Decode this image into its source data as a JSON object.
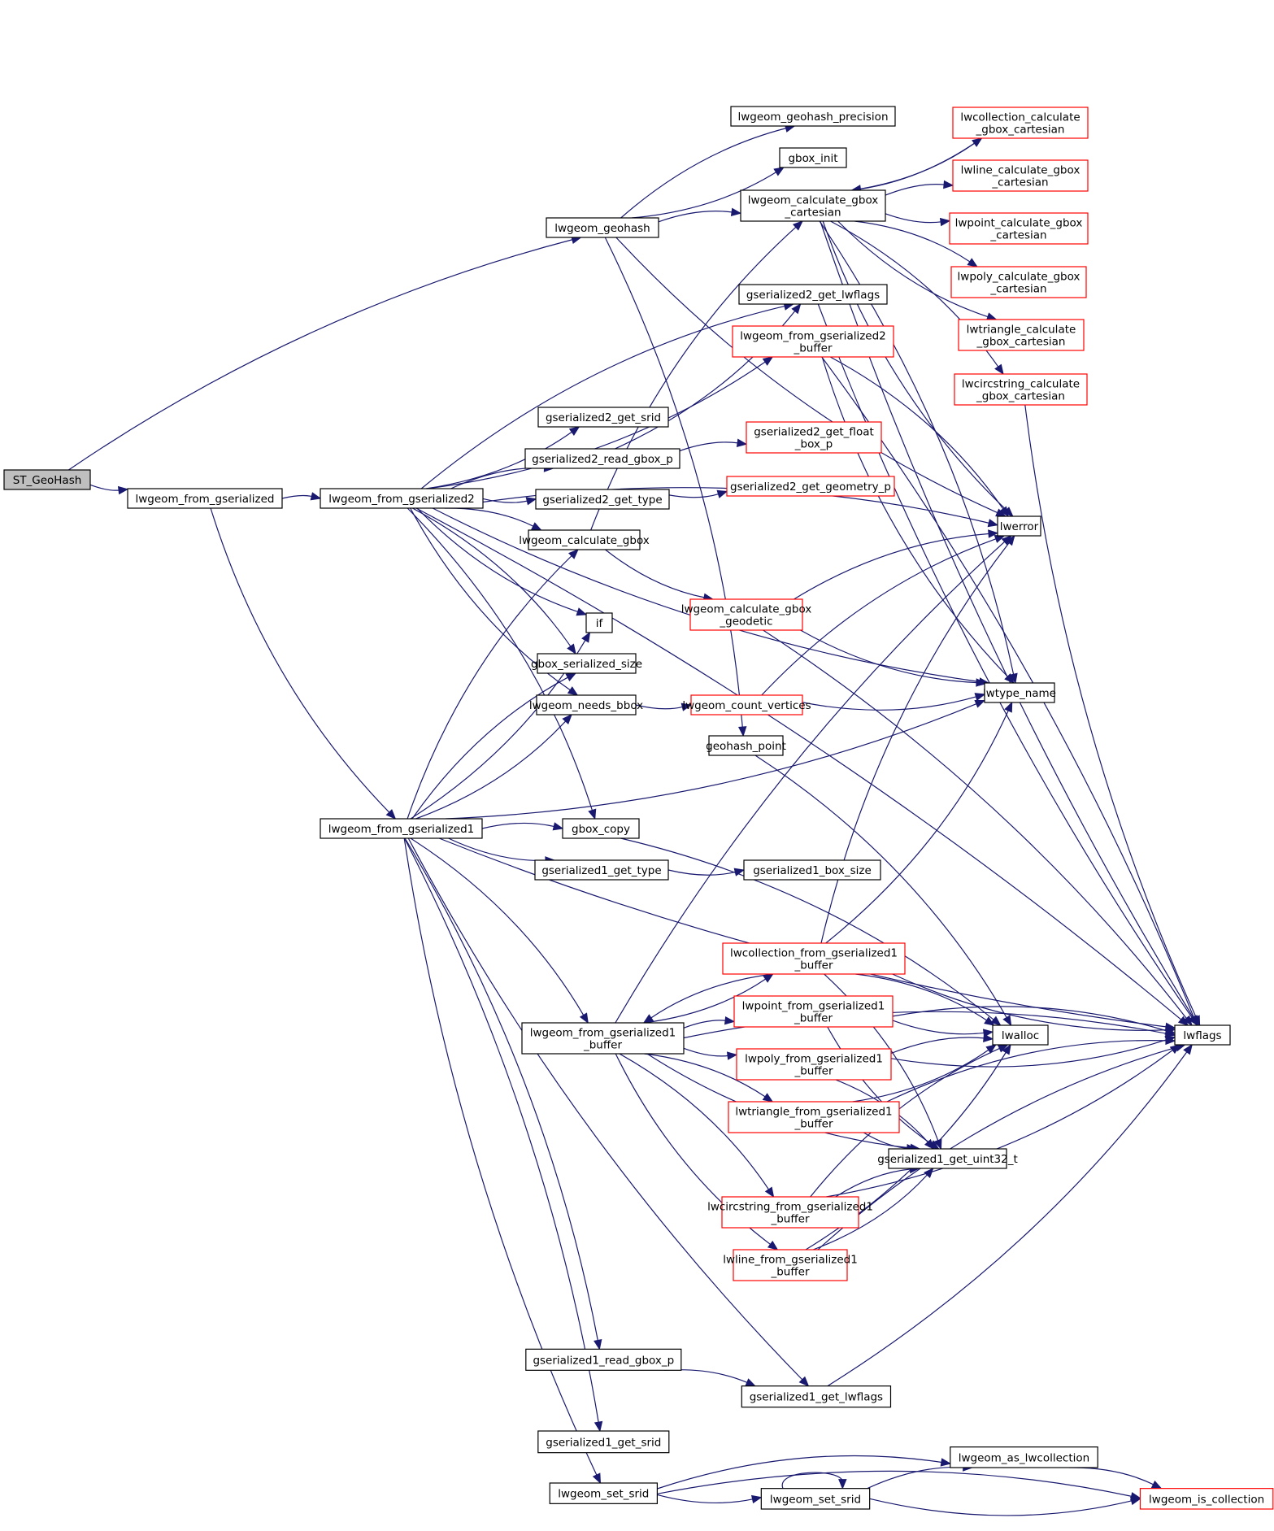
{
  "title": "ST_GeoHash call graph",
  "colors": {
    "edge": "#191970",
    "node_border": "#000000",
    "truncated_border": "#ff0000",
    "root_fill": "#bfbfbf"
  },
  "nodes": [
    {
      "id": "ST_GeoHash",
      "lines": [
        "ST_GeoHash"
      ],
      "kind": "root"
    },
    {
      "id": "lwgeom_from_gserialized",
      "lines": [
        "lwgeom_from_gserialized"
      ],
      "kind": "normal"
    },
    {
      "id": "lwgeom_from_gserialized2",
      "lines": [
        "lwgeom_from_gserialized2"
      ],
      "kind": "normal"
    },
    {
      "id": "lwgeom_geohash",
      "lines": [
        "lwgeom_geohash"
      ],
      "kind": "normal"
    },
    {
      "id": "lwgeom_geohash_precision",
      "lines": [
        "lwgeom_geohash_precision"
      ],
      "kind": "normal"
    },
    {
      "id": "gbox_init",
      "lines": [
        "gbox_init"
      ],
      "kind": "normal"
    },
    {
      "id": "lwgeom_calculate_gbox_cartesian",
      "lines": [
        "lwgeom_calculate_gbox",
        "_cartesian"
      ],
      "kind": "normal"
    },
    {
      "id": "lwcollection_calculate_gbox_cartesian",
      "lines": [
        "lwcollection_calculate",
        "_gbox_cartesian"
      ],
      "kind": "red"
    },
    {
      "id": "lwline_calculate_gbox_cartesian",
      "lines": [
        "lwline_calculate_gbox",
        "_cartesian"
      ],
      "kind": "red"
    },
    {
      "id": "lwpoint_calculate_gbox_cartesian",
      "lines": [
        "lwpoint_calculate_gbox",
        "_cartesian"
      ],
      "kind": "red"
    },
    {
      "id": "lwpoly_calculate_gbox_cartesian",
      "lines": [
        "lwpoly_calculate_gbox",
        "_cartesian"
      ],
      "kind": "red"
    },
    {
      "id": "lwtriangle_calculate_gbox_cartesian",
      "lines": [
        "lwtriangle_calculate",
        "_gbox_cartesian"
      ],
      "kind": "red"
    },
    {
      "id": "lwcircstring_calculate_gbox_cartesian",
      "lines": [
        "lwcircstring_calculate",
        "_gbox_cartesian"
      ],
      "kind": "red"
    },
    {
      "id": "gserialized2_get_lwflags",
      "lines": [
        "gserialized2_get_lwflags"
      ],
      "kind": "normal"
    },
    {
      "id": "lwgeom_from_gserialized2_buffer",
      "lines": [
        "lwgeom_from_gserialized2",
        "_buffer"
      ],
      "kind": "red"
    },
    {
      "id": "gserialized2_get_srid",
      "lines": [
        "gserialized2_get_srid"
      ],
      "kind": "normal"
    },
    {
      "id": "gserialized2_read_gbox_p",
      "lines": [
        "gserialized2_read_gbox_p"
      ],
      "kind": "normal"
    },
    {
      "id": "gserialized2_get_float_box_p",
      "lines": [
        "gserialized2_get_float",
        "_box_p"
      ],
      "kind": "red"
    },
    {
      "id": "gserialized2_get_type",
      "lines": [
        "gserialized2_get_type"
      ],
      "kind": "normal"
    },
    {
      "id": "gserialized2_get_geometry_p",
      "lines": [
        "gserialized2_get_geometry_p"
      ],
      "kind": "red"
    },
    {
      "id": "lwgeom_calculate_gbox",
      "lines": [
        "lwgeom_calculate_gbox"
      ],
      "kind": "normal"
    },
    {
      "id": "lwerror",
      "lines": [
        "lwerror"
      ],
      "kind": "normal"
    },
    {
      "id": "lwgeom_calculate_gbox_geodetic",
      "lines": [
        "lwgeom_calculate_gbox",
        "_geodetic"
      ],
      "kind": "red"
    },
    {
      "id": "if",
      "lines": [
        "if"
      ],
      "kind": "normal"
    },
    {
      "id": "gbox_serialized_size",
      "lines": [
        "gbox_serialized_size"
      ],
      "kind": "normal"
    },
    {
      "id": "lwgeom_needs_bbox",
      "lines": [
        "lwgeom_needs_bbox"
      ],
      "kind": "normal"
    },
    {
      "id": "lwgeom_count_vertices",
      "lines": [
        "lwgeom_count_vertices"
      ],
      "kind": "red"
    },
    {
      "id": "lwtype_name",
      "lines": [
        "lwtype_name"
      ],
      "kind": "normal"
    },
    {
      "id": "geohash_point",
      "lines": [
        "geohash_point"
      ],
      "kind": "normal"
    },
    {
      "id": "lwgeom_from_gserialized1",
      "lines": [
        "lwgeom_from_gserialized1"
      ],
      "kind": "normal"
    },
    {
      "id": "gbox_copy",
      "lines": [
        "gbox_copy"
      ],
      "kind": "normal"
    },
    {
      "id": "gserialized1_get_type",
      "lines": [
        "gserialized1_get_type"
      ],
      "kind": "normal"
    },
    {
      "id": "gserialized1_box_size",
      "lines": [
        "gserialized1_box_size"
      ],
      "kind": "normal"
    },
    {
      "id": "lwcollection_from_gserialized1_buffer",
      "lines": [
        "lwcollection_from_gserialized1",
        "_buffer"
      ],
      "kind": "red"
    },
    {
      "id": "lwgeom_from_gserialized1_buffer",
      "lines": [
        "lwgeom_from_gserialized1",
        "_buffer"
      ],
      "kind": "normal"
    },
    {
      "id": "lwpoint_from_gserialized1_buffer",
      "lines": [
        "lwpoint_from_gserialized1",
        "_buffer"
      ],
      "kind": "red"
    },
    {
      "id": "lwpoly_from_gserialized1_buffer",
      "lines": [
        "lwpoly_from_gserialized1",
        "_buffer"
      ],
      "kind": "red"
    },
    {
      "id": "lwtriangle_from_gserialized1_buffer",
      "lines": [
        "lwtriangle_from_gserialized1",
        "_buffer"
      ],
      "kind": "red"
    },
    {
      "id": "lwalloc",
      "lines": [
        "lwalloc"
      ],
      "kind": "normal"
    },
    {
      "id": "lwflags",
      "lines": [
        "lwflags"
      ],
      "kind": "normal"
    },
    {
      "id": "gserialized1_get_uint32_t",
      "lines": [
        "gserialized1_get_uint32_t"
      ],
      "kind": "normal"
    },
    {
      "id": "lwcircstring_from_gserialized1_buffer",
      "lines": [
        "lwcircstring_from_gserialized1",
        "_buffer"
      ],
      "kind": "red"
    },
    {
      "id": "lwline_from_gserialized1_buffer",
      "lines": [
        "lwline_from_gserialized1",
        "_buffer"
      ],
      "kind": "red"
    },
    {
      "id": "gserialized1_read_gbox_p",
      "lines": [
        "gserialized1_read_gbox_p"
      ],
      "kind": "normal"
    },
    {
      "id": "gserialized1_get_lwflags",
      "lines": [
        "gserialized1_get_lwflags"
      ],
      "kind": "normal"
    },
    {
      "id": "gserialized1_get_srid",
      "lines": [
        "gserialized1_get_srid"
      ],
      "kind": "normal"
    },
    {
      "id": "lwgeom_set_srid_1",
      "lines": [
        "lwgeom_set_srid"
      ],
      "kind": "normal"
    },
    {
      "id": "lwgeom_set_srid_2",
      "lines": [
        "lwgeom_set_srid"
      ],
      "kind": "normal"
    },
    {
      "id": "lwgeom_as_lwcollection",
      "lines": [
        "lwgeom_as_lwcollection"
      ],
      "kind": "normal"
    },
    {
      "id": "lwgeom_is_collection",
      "lines": [
        "lwgeom_is_collection"
      ],
      "kind": "red"
    }
  ],
  "edges": [
    [
      "ST_GeoHash",
      "lwgeom_geohash"
    ],
    [
      "ST_GeoHash",
      "lwgeom_from_gserialized"
    ],
    [
      "lwgeom_from_gserialized",
      "lwgeom_from_gserialized2"
    ],
    [
      "lwgeom_from_gserialized",
      "lwgeom_from_gserialized1"
    ],
    [
      "lwgeom_geohash",
      "lwgeom_geohash_precision"
    ],
    [
      "lwgeom_geohash",
      "gbox_init"
    ],
    [
      "lwgeom_geohash",
      "lwgeom_calculate_gbox_cartesian"
    ],
    [
      "lwgeom_geohash",
      "lwerror"
    ],
    [
      "lwgeom_geohash",
      "geohash_point"
    ],
    [
      "lwgeom_calculate_gbox_cartesian",
      "lwcollection_calculate_gbox_cartesian"
    ],
    [
      "lwgeom_calculate_gbox_cartesian",
      "lwline_calculate_gbox_cartesian"
    ],
    [
      "lwgeom_calculate_gbox_cartesian",
      "lwpoint_calculate_gbox_cartesian"
    ],
    [
      "lwgeom_calculate_gbox_cartesian",
      "lwpoly_calculate_gbox_cartesian"
    ],
    [
      "lwgeom_calculate_gbox_cartesian",
      "lwtriangle_calculate_gbox_cartesian"
    ],
    [
      "lwgeom_calculate_gbox_cartesian",
      "lwcircstring_calculate_gbox_cartesian"
    ],
    [
      "lwgeom_calculate_gbox_cartesian",
      "lwerror"
    ],
    [
      "lwgeom_calculate_gbox_cartesian",
      "lwtype_name"
    ],
    [
      "lwgeom_calculate_gbox_cartesian",
      "lwflags"
    ],
    [
      "lwcollection_calculate_gbox_cartesian",
      "lwgeom_calculate_gbox_cartesian"
    ],
    [
      "lwcircstring_calculate_gbox_cartesian",
      "lwflags"
    ],
    [
      "lwgeom_from_gserialized2",
      "gserialized2_get_lwflags"
    ],
    [
      "lwgeom_from_gserialized2",
      "lwgeom_from_gserialized2_buffer"
    ],
    [
      "lwgeom_from_gserialized2",
      "lwerror"
    ],
    [
      "lwgeom_from_gserialized2",
      "gserialized2_get_srid"
    ],
    [
      "lwgeom_from_gserialized2",
      "gserialized2_read_gbox_p"
    ],
    [
      "lwgeom_from_gserialized2",
      "gserialized2_get_type"
    ],
    [
      "lwgeom_from_gserialized2",
      "lwgeom_calculate_gbox"
    ],
    [
      "lwgeom_from_gserialized2",
      "if"
    ],
    [
      "lwgeom_from_gserialized2",
      "gbox_serialized_size"
    ],
    [
      "lwgeom_from_gserialized2",
      "lwgeom_needs_bbox"
    ],
    [
      "lwgeom_from_gserialized2",
      "gbox_copy"
    ],
    [
      "lwgeom_from_gserialized2",
      "lwtype_name"
    ],
    [
      "lwgeom_from_gserialized2",
      "lwflags"
    ],
    [
      "gserialized2_get_lwflags",
      "lwflags"
    ],
    [
      "lwgeom_from_gserialized2_buffer",
      "lwerror"
    ],
    [
      "lwgeom_from_gserialized2_buffer",
      "lwtype_name"
    ],
    [
      "lwgeom_from_gserialized2_buffer",
      "lwflags"
    ],
    [
      "gserialized2_read_gbox_p",
      "gserialized2_get_lwflags"
    ],
    [
      "gserialized2_read_gbox_p",
      "gserialized2_get_float_box_p"
    ],
    [
      "gserialized2_get_type",
      "gserialized2_get_geometry_p"
    ],
    [
      "lwgeom_calculate_gbox",
      "lwgeom_calculate_gbox_cartesian"
    ],
    [
      "lwgeom_calculate_gbox",
      "lwgeom_calculate_gbox_geodetic"
    ],
    [
      "lwgeom_calculate_gbox_geodetic",
      "lwerror"
    ],
    [
      "lwgeom_calculate_gbox_geodetic",
      "lwtype_name"
    ],
    [
      "lwgeom_calculate_gbox_geodetic",
      "lwflags"
    ],
    [
      "lwgeom_needs_bbox",
      "lwgeom_count_vertices"
    ],
    [
      "lwgeom_count_vertices",
      "lwerror"
    ],
    [
      "lwgeom_count_vertices",
      "lwtype_name"
    ],
    [
      "geohash_point",
      "lwalloc"
    ],
    [
      "lwgeom_from_gserialized1",
      "if"
    ],
    [
      "lwgeom_from_gserialized1",
      "gbox_serialized_size"
    ],
    [
      "lwgeom_from_gserialized1",
      "lwgeom_needs_bbox"
    ],
    [
      "lwgeom_from_gserialized1",
      "lwgeom_calculate_gbox"
    ],
    [
      "lwgeom_from_gserialized1",
      "lwtype_name"
    ],
    [
      "lwgeom_from_gserialized1",
      "gbox_copy"
    ],
    [
      "lwgeom_from_gserialized1",
      "gserialized1_get_type"
    ],
    [
      "lwgeom_from_gserialized1",
      "lwgeom_from_gserialized1_buffer"
    ],
    [
      "lwgeom_from_gserialized1",
      "lwflags"
    ],
    [
      "lwgeom_from_gserialized1",
      "gserialized1_read_gbox_p"
    ],
    [
      "lwgeom_from_gserialized1",
      "gserialized1_get_lwflags"
    ],
    [
      "lwgeom_from_gserialized1",
      "gserialized1_get_srid"
    ],
    [
      "lwgeom_from_gserialized1",
      "lwgeom_set_srid_1"
    ],
    [
      "gbox_copy",
      "lwalloc"
    ],
    [
      "gserialized1_get_type",
      "gserialized1_box_size"
    ],
    [
      "lwgeom_from_gserialized1_buffer",
      "lwerror"
    ],
    [
      "lwgeom_from_gserialized1_buffer",
      "lwcollection_from_gserialized1_buffer"
    ],
    [
      "lwgeom_from_gserialized1_buffer",
      "lwpoint_from_gserialized1_buffer"
    ],
    [
      "lwgeom_from_gserialized1_buffer",
      "lwpoly_from_gserialized1_buffer"
    ],
    [
      "lwgeom_from_gserialized1_buffer",
      "lwtriangle_from_gserialized1_buffer"
    ],
    [
      "lwgeom_from_gserialized1_buffer",
      "gserialized1_get_uint32_t"
    ],
    [
      "lwgeom_from_gserialized1_buffer",
      "lwcircstring_from_gserialized1_buffer"
    ],
    [
      "lwgeom_from_gserialized1_buffer",
      "lwline_from_gserialized1_buffer"
    ],
    [
      "lwgeom_from_gserialized1_buffer",
      "lwflags"
    ],
    [
      "lwcollection_from_gserialized1_buffer",
      "lwgeom_from_gserialized1_buffer"
    ],
    [
      "lwcollection_from_gserialized1_buffer",
      "lwerror"
    ],
    [
      "lwcollection_from_gserialized1_buffer",
      "lwtype_name"
    ],
    [
      "lwcollection_from_gserialized1_buffer",
      "lwalloc"
    ],
    [
      "lwcollection_from_gserialized1_buffer",
      "lwflags"
    ],
    [
      "lwcollection_from_gserialized1_buffer",
      "gserialized1_get_uint32_t"
    ],
    [
      "lwpoint_from_gserialized1_buffer",
      "lwalloc"
    ],
    [
      "lwpoint_from_gserialized1_buffer",
      "lwflags"
    ],
    [
      "lwpoint_from_gserialized1_buffer",
      "gserialized1_get_uint32_t"
    ],
    [
      "lwpoly_from_gserialized1_buffer",
      "lwalloc"
    ],
    [
      "lwpoly_from_gserialized1_buffer",
      "lwflags"
    ],
    [
      "lwpoly_from_gserialized1_buffer",
      "gserialized1_get_uint32_t"
    ],
    [
      "lwtriangle_from_gserialized1_buffer",
      "lwalloc"
    ],
    [
      "lwtriangle_from_gserialized1_buffer",
      "lwflags"
    ],
    [
      "lwtriangle_from_gserialized1_buffer",
      "gserialized1_get_uint32_t"
    ],
    [
      "lwcircstring_from_gserialized1_buffer",
      "lwalloc"
    ],
    [
      "lwcircstring_from_gserialized1_buffer",
      "lwflags"
    ],
    [
      "lwcircstring_from_gserialized1_buffer",
      "gserialized1_get_uint32_t"
    ],
    [
      "lwline_from_gserialized1_buffer",
      "lwalloc"
    ],
    [
      "lwline_from_gserialized1_buffer",
      "lwflags"
    ],
    [
      "lwline_from_gserialized1_buffer",
      "gserialized1_get_uint32_t"
    ],
    [
      "gserialized1_read_gbox_p",
      "gserialized1_get_lwflags"
    ],
    [
      "gserialized1_get_lwflags",
      "lwflags"
    ],
    [
      "lwgeom_set_srid_1",
      "lwgeom_as_lwcollection"
    ],
    [
      "lwgeom_set_srid_1",
      "lwgeom_set_srid_2"
    ],
    [
      "lwgeom_set_srid_1",
      "lwgeom_is_collection"
    ],
    [
      "lwgeom_set_srid_2",
      "lwgeom_set_srid_2"
    ],
    [
      "lwgeom_set_srid_2",
      "lwgeom_as_lwcollection"
    ],
    [
      "lwgeom_set_srid_2",
      "lwgeom_is_collection"
    ],
    [
      "lwgeom_as_lwcollection",
      "lwgeom_is_collection"
    ]
  ]
}
